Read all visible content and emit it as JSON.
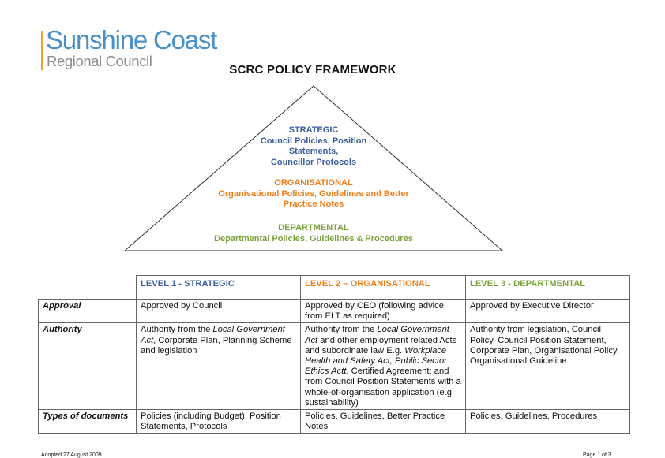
{
  "logo": {
    "line1": "Sunshine Coast",
    "line2": "Regional Council"
  },
  "title": "SCRC POLICY FRAMEWORK",
  "pyramid": {
    "strategic": {
      "heading": "STRATEGIC",
      "line1": "Council Policies, Position",
      "line2": "Statements,",
      "line3": "Councillor Protocols"
    },
    "organisational": {
      "heading": "ORGANISATIONAL",
      "line1": "Organisational Policies, Guidelines and Better",
      "line2": "Practice Notes"
    },
    "departmental": {
      "heading": "DEPARTMENTAL",
      "line1": "Departmental Policies, Guidelines & Procedures"
    },
    "colors": {
      "strategic": "#3a5f9e",
      "organisational": "#f07d1a",
      "departmental": "#7aa23a"
    }
  },
  "table": {
    "headers": [
      "",
      "LEVEL 1 - STRATEGIC",
      "LEVEL 2 – ORGANISATIONAL",
      "LEVEL 3 - DEPARTMENTAL"
    ],
    "approval": {
      "label": "Approval",
      "l1": "Approved by Council",
      "l2": "Approved by CEO (following advice from ELT as required)",
      "l3": "Approved by Executive Director"
    },
    "authority": {
      "label": "Authority",
      "l1_a": "Authority from the ",
      "l1_b": "Local Government Act",
      "l1_c": ", Corporate Plan, Planning Scheme and legislation",
      "l2_a": "Authority from the ",
      "l2_b": "Local Government Act",
      "l2_c": " and other employment related Acts and subordinate law E.g. ",
      "l2_d": "Workplace Health and Safety Act, Public Sector Ethics Actt",
      "l2_e": ", Certified Agreement; and from Council Position Statements with a whole-of-organisation application (e.g. sustainability)",
      "l3": "Authority from legislation, Council Policy, Council Position Statement, Corporate Plan, Organisational Policy, Organisational Guideline"
    },
    "types": {
      "label": "Types of documents",
      "l1": "Policies (including Budget), Position Statements, Protocols",
      "l2": "Policies, Guidelines, Better Practice Notes",
      "l3": "Policies, Guidelines, Procedures"
    }
  },
  "footer": {
    "left": "Adopted 27 August 2009",
    "right": "Page 1 of 3"
  }
}
